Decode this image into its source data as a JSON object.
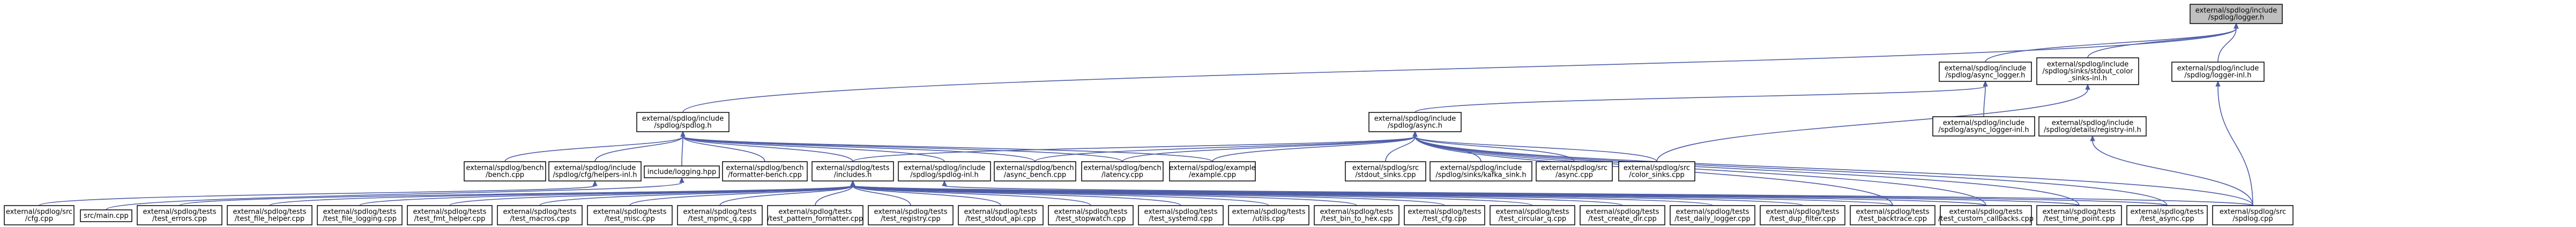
{
  "diagram": {
    "colors": {
      "node_fill": "#ffffff",
      "root_fill": "#bfbfbf",
      "node_border": "#000000",
      "edge": "#4e5ea6",
      "background": "#ffffff"
    },
    "nodes": [
      {
        "id": "logger_h",
        "lines": [
          "external/spdlog/include",
          "/spdlog/logger.h"
        ],
        "root": true
      },
      {
        "id": "async_logger_h",
        "lines": [
          "external/spdlog/include",
          "/spdlog/async_logger.h"
        ]
      },
      {
        "id": "stdout_color_sinks_h",
        "lines": [
          "external/spdlog/include",
          "/spdlog/sinks/stdout_color",
          "_sinks-inl.h"
        ]
      },
      {
        "id": "logger_inl_h",
        "lines": [
          "external/spdlog/include",
          "/spdlog/logger-inl.h"
        ]
      },
      {
        "id": "spdlog_h",
        "lines": [
          "external/spdlog/include",
          "/spdlog/spdlog.h"
        ]
      },
      {
        "id": "async_h",
        "lines": [
          "external/spdlog/include",
          "/spdlog/async.h"
        ]
      },
      {
        "id": "async_logger_inl_h",
        "lines": [
          "external/spdlog/include",
          "/spdlog/async_logger-inl.h"
        ]
      },
      {
        "id": "registry_inl_h",
        "lines": [
          "external/spdlog/include",
          "/spdlog/details/registry-inl.h"
        ]
      },
      {
        "id": "bench_cpp",
        "lines": [
          "external/spdlog/bench",
          "/bench.cpp"
        ]
      },
      {
        "id": "fmt_helpers_h",
        "lines": [
          "external/spdlog/include",
          "/spdlog/cfg/helpers-inl.h"
        ]
      },
      {
        "id": "logging_hpp",
        "lines": [
          "include/logging.hpp"
        ]
      },
      {
        "id": "formatter_bench",
        "lines": [
          "external/spdlog/bench",
          "/formatter-bench.cpp"
        ]
      },
      {
        "id": "includes_h",
        "lines": [
          "external/spdlog/tests",
          "/includes.h"
        ]
      },
      {
        "id": "spdlog_inl_h",
        "lines": [
          "external/spdlog/include",
          "/spdlog/spdlog-inl.h"
        ]
      },
      {
        "id": "async_bench",
        "lines": [
          "external/spdlog/bench",
          "/async_bench.cpp"
        ]
      },
      {
        "id": "latency_cpp",
        "lines": [
          "external/spdlog/bench",
          "/latency.cpp"
        ]
      },
      {
        "id": "example_cpp",
        "lines": [
          "external/spdlog/example",
          "/example.cpp"
        ]
      },
      {
        "id": "stdout_sinks_cpp",
        "lines": [
          "external/spdlog/src",
          "/stdout_sinks.cpp"
        ]
      },
      {
        "id": "kafka_sink_h",
        "lines": [
          "external/spdlog/include",
          "/spdlog/sinks/kafka_sink.h"
        ]
      },
      {
        "id": "async_cpp",
        "lines": [
          "external/spdlog/src",
          "/async.cpp"
        ]
      },
      {
        "id": "color_sinks_cpp",
        "lines": [
          "external/spdlog/src",
          "/color_sinks.cpp"
        ]
      },
      {
        "id": "cfg_cpp",
        "lines": [
          "external/spdlog/src",
          "/cfg.cpp"
        ]
      },
      {
        "id": "main_cpp",
        "lines": [
          "src/main.cpp"
        ]
      },
      {
        "id": "test_errors",
        "lines": [
          "external/spdlog/tests",
          "/test_errors.cpp"
        ]
      },
      {
        "id": "test_file_helper",
        "lines": [
          "external/spdlog/tests",
          "/test_file_helper.cpp"
        ]
      },
      {
        "id": "test_file_logging",
        "lines": [
          "external/spdlog/tests",
          "/test_file_logging.cpp"
        ]
      },
      {
        "id": "test_fmt_helper",
        "lines": [
          "external/spdlog/tests",
          "/test_fmt_helper.cpp"
        ]
      },
      {
        "id": "test_macros",
        "lines": [
          "external/spdlog/tests",
          "/test_macros.cpp"
        ]
      },
      {
        "id": "test_misc",
        "lines": [
          "external/spdlog/tests",
          "/test_misc.cpp"
        ]
      },
      {
        "id": "test_mpmc_q",
        "lines": [
          "external/spdlog/tests",
          "/test_mpmc_q.cpp"
        ]
      },
      {
        "id": "test_pattern_formatter",
        "lines": [
          "external/spdlog/tests",
          "/test_pattern_formatter.cpp"
        ]
      },
      {
        "id": "test_registry",
        "lines": [
          "external/spdlog/tests",
          "/test_registry.cpp"
        ]
      },
      {
        "id": "test_stdout_api",
        "lines": [
          "external/spdlog/tests",
          "/test_stdout_api.cpp"
        ]
      },
      {
        "id": "test_stopwatch",
        "lines": [
          "external/spdlog/tests",
          "/test_stopwatch.cpp"
        ]
      },
      {
        "id": "test_systemd",
        "lines": [
          "external/spdlog/tests",
          "/test_systemd.cpp"
        ]
      },
      {
        "id": "utils_cpp",
        "lines": [
          "external/spdlog/tests",
          "/utils.cpp"
        ]
      },
      {
        "id": "test_bin_to_hex",
        "lines": [
          "external/spdlog/tests",
          "/test_bin_to_hex.cpp"
        ]
      },
      {
        "id": "test_cfg",
        "lines": [
          "external/spdlog/tests",
          "/test_cfg.cpp"
        ]
      },
      {
        "id": "test_circular_q",
        "lines": [
          "external/spdlog/tests",
          "/test_circular_q.cpp"
        ]
      },
      {
        "id": "test_create_dir",
        "lines": [
          "external/spdlog/tests",
          "/test_create_dir.cpp"
        ]
      },
      {
        "id": "test_daily_logger",
        "lines": [
          "external/spdlog/tests",
          "/test_daily_logger.cpp"
        ]
      },
      {
        "id": "test_dup_filter",
        "lines": [
          "external/spdlog/tests",
          "/test_dup_filter.cpp"
        ]
      },
      {
        "id": "test_backtrace",
        "lines": [
          "external/spdlog/tests",
          "/test_backtrace.cpp"
        ]
      },
      {
        "id": "test_custom_callbacks",
        "lines": [
          "external/spdlog/tests",
          "/test_custom_callbacks.cpp"
        ]
      },
      {
        "id": "test_time_point",
        "lines": [
          "external/spdlog/tests",
          "/test_time_point.cpp"
        ]
      },
      {
        "id": "test_async",
        "lines": [
          "external/spdlog/tests",
          "/test_async.cpp"
        ]
      },
      {
        "id": "spdlog_cpp",
        "lines": [
          "external/spdlog/src",
          "/spdlog.cpp"
        ]
      }
    ],
    "edges": [
      {
        "from": "logger_h",
        "to": "async_logger_h"
      },
      {
        "from": "logger_h",
        "to": "stdout_color_sinks_h"
      },
      {
        "from": "logger_h",
        "to": "logger_inl_h"
      },
      {
        "from": "logger_h",
        "to": "spdlog_h"
      },
      {
        "from": "async_logger_h",
        "to": "async_h"
      },
      {
        "from": "async_logger_h",
        "to": "async_logger_inl_h"
      },
      {
        "from": "stdout_color_sinks_h",
        "to": "color_sinks_cpp"
      },
      {
        "from": "logger_inl_h",
        "to": "spdlog_cpp"
      },
      {
        "from": "registry_inl_h",
        "to": "spdlog_cpp"
      },
      {
        "from": "spdlog_h",
        "to": "bench_cpp"
      },
      {
        "from": "spdlog_h",
        "to": "fmt_helpers_h"
      },
      {
        "from": "spdlog_h",
        "to": "logging_hpp"
      },
      {
        "from": "spdlog_h",
        "to": "formatter_bench"
      },
      {
        "from": "spdlog_h",
        "to": "includes_h"
      },
      {
        "from": "spdlog_h",
        "to": "spdlog_inl_h"
      },
      {
        "from": "spdlog_h",
        "to": "async_bench"
      },
      {
        "from": "spdlog_h",
        "to": "latency_cpp"
      },
      {
        "from": "spdlog_h",
        "to": "example_cpp"
      },
      {
        "from": "async_h",
        "to": "async_bench"
      },
      {
        "from": "async_h",
        "to": "latency_cpp"
      },
      {
        "from": "async_h",
        "to": "example_cpp"
      },
      {
        "from": "async_h",
        "to": "stdout_sinks_cpp"
      },
      {
        "from": "async_h",
        "to": "kafka_sink_h"
      },
      {
        "from": "async_h",
        "to": "async_cpp"
      },
      {
        "from": "async_h",
        "to": "color_sinks_cpp"
      },
      {
        "from": "async_h",
        "to": "includes_h"
      },
      {
        "from": "async_h",
        "to": "test_backtrace"
      },
      {
        "from": "async_h",
        "to": "test_custom_callbacks"
      },
      {
        "from": "async_h",
        "to": "test_time_point"
      },
      {
        "from": "async_h",
        "to": "test_async"
      },
      {
        "from": "async_h",
        "to": "spdlog_cpp"
      },
      {
        "from": "fmt_helpers_h",
        "to": "cfg_cpp"
      },
      {
        "from": "logging_hpp",
        "to": "main_cpp"
      },
      {
        "from": "spdlog_inl_h",
        "to": "spdlog_cpp"
      },
      {
        "from": "includes_h",
        "to": "test_errors"
      },
      {
        "from": "includes_h",
        "to": "test_file_helper"
      },
      {
        "from": "includes_h",
        "to": "test_file_logging"
      },
      {
        "from": "includes_h",
        "to": "test_fmt_helper"
      },
      {
        "from": "includes_h",
        "to": "test_macros"
      },
      {
        "from": "includes_h",
        "to": "test_misc"
      },
      {
        "from": "includes_h",
        "to": "test_mpmc_q"
      },
      {
        "from": "includes_h",
        "to": "test_pattern_formatter"
      },
      {
        "from": "includes_h",
        "to": "test_registry"
      },
      {
        "from": "includes_h",
        "to": "test_stdout_api"
      },
      {
        "from": "includes_h",
        "to": "test_stopwatch"
      },
      {
        "from": "includes_h",
        "to": "test_systemd"
      },
      {
        "from": "includes_h",
        "to": "utils_cpp"
      },
      {
        "from": "includes_h",
        "to": "test_bin_to_hex"
      },
      {
        "from": "includes_h",
        "to": "test_cfg"
      },
      {
        "from": "includes_h",
        "to": "test_circular_q"
      },
      {
        "from": "includes_h",
        "to": "test_create_dir"
      },
      {
        "from": "includes_h",
        "to": "test_daily_logger"
      },
      {
        "from": "includes_h",
        "to": "test_dup_filter"
      },
      {
        "from": "includes_h",
        "to": "test_backtrace"
      },
      {
        "from": "includes_h",
        "to": "test_custom_callbacks"
      },
      {
        "from": "includes_h",
        "to": "test_time_point"
      },
      {
        "from": "includes_h",
        "to": "test_async"
      }
    ]
  }
}
